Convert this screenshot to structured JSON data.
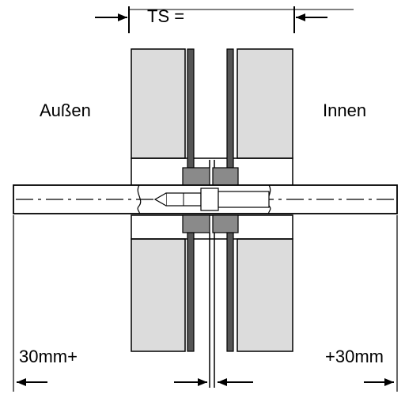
{
  "labels": {
    "ts": "TS =",
    "aussen": "Außen",
    "innen": "Innen",
    "left_dimension": "30mm+",
    "right_dimension": "+30mm"
  },
  "colors": {
    "wall_fill": "#dcdcdc",
    "door_plate": "#555555",
    "rosette": "#8a8a8a",
    "outline": "#000000",
    "background": "#ffffff"
  }
}
